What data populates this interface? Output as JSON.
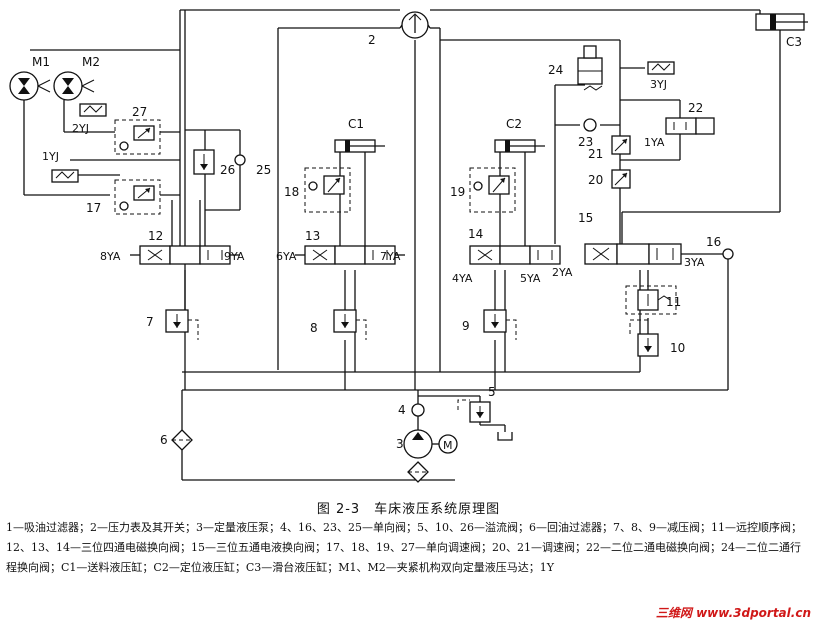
{
  "labels": {
    "m1": "M1",
    "m2": "M2",
    "c1": "C1",
    "c2": "C2",
    "c3": "C3",
    "n2": "2",
    "n3": "3",
    "n4": "4",
    "n5": "5",
    "n6": "6",
    "n7": "7",
    "n8": "8",
    "n9": "9",
    "n10": "10",
    "n11": "11",
    "n12": "12",
    "n13": "13",
    "n14": "14",
    "n15": "15",
    "n16": "16",
    "n17": "17",
    "n18": "18",
    "n19": "19",
    "n20": "20",
    "n21": "21",
    "n22": "22",
    "n23": "23",
    "n24": "24",
    "n25": "25",
    "n26": "26",
    "n27": "27",
    "ya1": "1YA",
    "ya2": "2YA",
    "ya3": "3YA",
    "ya4": "4YA",
    "ya5": "5YA",
    "ya6": "6YA",
    "ya7": "7YA",
    "ya8": "8YA",
    "ya9": "9YA",
    "yj1": "1YJ",
    "yj2": "2YJ",
    "yj3": "3YJ",
    "motor": "M"
  },
  "caption": "图 2-3　车床液压系统原理图",
  "legend": "1—吸油过滤器；2—压力表及其开关；3—定量液压泵；4、16、23、25—单向阀；5、10、26—溢流阀；6—回油过滤器；7、8、9—减压阀；11—远控顺序阀；12、13、14—三位四通电磁换向阀；15—三位五通电液换向阀；17、18、19、27—单向调速阀；20、21—调速阀；22—二位二通电磁换向阀；24—二位二通行程换向阀；C1—送料液压缸；C2—定位液压缸；C3—滑台液压缸；M1、M2—夹紧机构双向定量液压马达；1Y",
  "watermark": "三维网 www.3dportal.cn"
}
